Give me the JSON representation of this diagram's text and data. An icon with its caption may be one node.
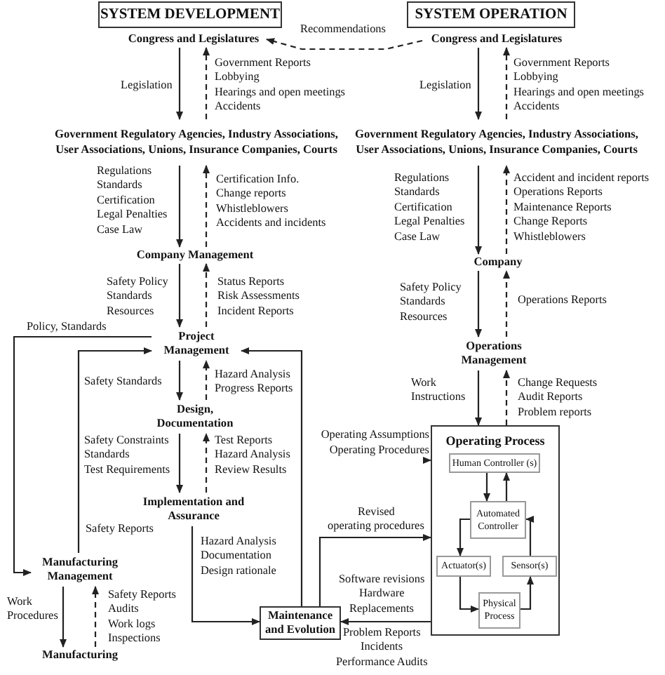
{
  "diagram": {
    "nodes": [
      {
        "text": [
          "SYSTEM DEVELOPMENT"
        ]
      },
      {
        "text": [
          "SYSTEM OPERATION"
        ]
      },
      {
        "text": [
          "Congress and Legislatures"
        ]
      },
      {
        "text": [
          "Congress and Legislatures"
        ]
      },
      {
        "text": [
          "Government Regulatory Agencies, Industry Associations, User Associations, Unions, Insurance Companies, Courts"
        ]
      },
      {
        "text": [
          "Government Regulatory Agencies, Industry Associations, User Associations, Unions, Insurance Companies, Courts"
        ]
      },
      {
        "text": [
          "Company Management"
        ]
      },
      {
        "text": [
          "Company"
        ]
      },
      {
        "text": [
          "Project Management"
        ]
      },
      {
        "text": [
          "Design, Documentation"
        ]
      },
      {
        "text": [
          "Implementation and Assurance"
        ]
      },
      {
        "text": [
          "Manufacturing Management"
        ]
      },
      {
        "text": [
          "Manufacturing"
        ]
      },
      {
        "text": [
          "Maintenance and Evolution"
        ]
      },
      {
        "text": [
          "Operations Management"
        ]
      },
      {
        "text": [
          "Operating Process"
        ]
      },
      {
        "text": [
          "Human Controller (s)"
        ],
        "in": 15
      },
      {
        "text": [
          "Automated Controller"
        ],
        "in": 15
      },
      {
        "text": [
          "Actuator(s)"
        ],
        "in": 15
      },
      {
        "text": [
          "Sensor(s)"
        ],
        "in": 15
      },
      {
        "text": [
          "Physical Process"
        ],
        "in": 15
      },
      {
        "text": [
          "Operating Assumptions",
          "Operating Procedures"
        ]
      }
    ],
    "edges": [
      {
        "from": 2,
        "to": 4,
        "arrow": "to"
      },
      {
        "from": 4,
        "to": 2,
        "arrow": "to",
        "style": "dashed"
      },
      {
        "from": 3,
        "to": 5,
        "arrow": "to"
      },
      {
        "from": 5,
        "to": 3,
        "arrow": "to",
        "style": "dashed"
      },
      {
        "from": 3,
        "to": 2,
        "arrow": "to",
        "style": "dashed",
        "label": "Recommendations"
      },
      {
        "from": 4,
        "to": 6,
        "arrow": "to"
      },
      {
        "from": 6,
        "to": 4,
        "arrow": "to",
        "style": "dashed"
      },
      {
        "from": 5,
        "to": 7,
        "arrow": "to"
      },
      {
        "from": 7,
        "to": 5,
        "arrow": "to",
        "style": "dashed"
      },
      {
        "from": 6,
        "to": 8,
        "arrow": "to"
      },
      {
        "from": 8,
        "to": 6,
        "arrow": "to",
        "style": "dashed"
      },
      {
        "from": 7,
        "to": 14,
        "arrow": "to"
      },
      {
        "from": 14,
        "to": 7,
        "arrow": "to",
        "style": "dashed"
      },
      {
        "from": 8,
        "to": 11,
        "arrow": "to",
        "label": "Policy, Standards"
      },
      {
        "from": 11,
        "to": 8,
        "arrow": "to",
        "label": "Safety Reports"
      },
      {
        "from": 8,
        "to": 9,
        "arrow": "to"
      },
      {
        "from": 9,
        "to": 8,
        "arrow": "to",
        "style": "dashed"
      },
      {
        "from": 9,
        "to": 10,
        "arrow": "to"
      },
      {
        "from": 10,
        "to": 9,
        "arrow": "to",
        "style": "dashed"
      },
      {
        "from": 14,
        "to": 15,
        "arrow": "to"
      },
      {
        "from": 15,
        "to": 14,
        "arrow": "to",
        "style": "dashed"
      },
      {
        "from": 11,
        "to": 12,
        "arrow": "to"
      },
      {
        "from": 12,
        "to": 11,
        "arrow": "to",
        "style": "dashed"
      },
      {
        "from": 10,
        "to": 13,
        "arrow": "to"
      },
      {
        "from": 13,
        "to": 8,
        "arrow": "to"
      },
      {
        "from": 21,
        "to": 15,
        "arrow": "to"
      },
      {
        "from": 13,
        "to": 15,
        "arrow": "to"
      },
      {
        "from": 15,
        "to": 13,
        "arrow": "to"
      },
      {
        "from": 16,
        "to": 17,
        "arrow": "to"
      },
      {
        "from": 17,
        "to": 16,
        "arrow": "to"
      },
      {
        "from": 17,
        "to": 18,
        "arrow": "to"
      },
      {
        "from": 18,
        "to": 20,
        "arrow": "to"
      },
      {
        "from": 20,
        "to": 19,
        "arrow": "to"
      },
      {
        "from": 19,
        "to": 17,
        "arrow": "to"
      }
    ],
    "labels": [
      "Legislation",
      "Government Reports",
      "Lobbying",
      "Hearings and open meetings",
      "Accidents",
      "Legislation",
      "Government Reports",
      "Lobbying",
      "Hearings and open meetings",
      "Accidents",
      "Regulations",
      "Standards",
      "Certification",
      "Legal Penalties",
      "Case Law",
      "Certification Info.",
      "Change reports",
      "Whistleblowers",
      "Accidents and incidents",
      "Regulations",
      "Standards",
      "Certification",
      "Legal Penalties",
      "Case Law",
      "Accident and incident reports",
      "Operations Reports",
      "Maintenance Reports",
      "Change Reports",
      "Whistleblowers",
      "Safety Policy",
      "Standards",
      "Resources",
      "Status Reports",
      "Risk Assessments",
      "Incident Reports",
      "Safety Policy",
      "Standards",
      "Resources",
      "Operations Reports",
      "Safety Standards",
      "Hazard Analysis",
      "Progress Reports",
      "Work",
      "Instructions",
      "Change Requests",
      "Audit Reports",
      "Problem reports",
      "Safety Constraints",
      "Standards",
      "Test Requirements",
      "Test Reports",
      "Hazard Analysis",
      "Review Results",
      "Hazard Analysis",
      "Documentation",
      "Design rationale",
      "Revised",
      "operating procedures",
      "Work",
      "Procedures",
      "Safety Reports",
      "Audits",
      "Work logs",
      "Inspections",
      "Software revisions",
      "Hardware",
      "Replacements",
      "Problem Reports",
      "Incidents",
      "Performance Audits"
    ]
  }
}
